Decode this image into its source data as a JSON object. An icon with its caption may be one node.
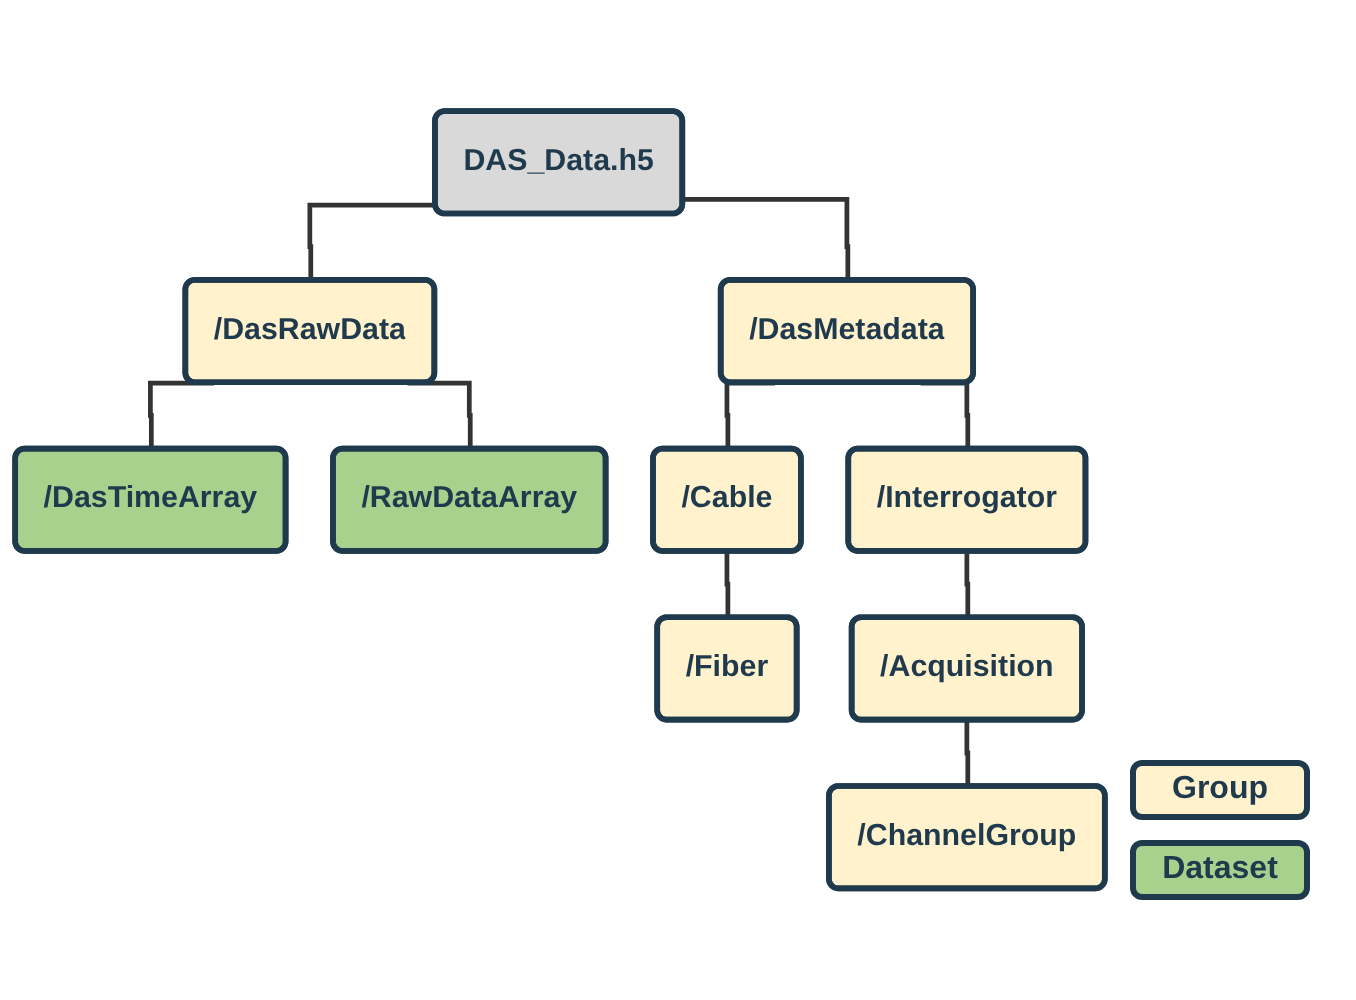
{
  "diagram": {
    "nodes": [
      {
        "text": [
          "DAS_Data.h5"
        ]
      },
      {
        "text": [
          "/DasRawData"
        ]
      },
      {
        "text": [
          "/DasTimeArray"
        ]
      },
      {
        "text": [
          "/RawDataArray"
        ]
      },
      {
        "text": [
          "/DasMetadata"
        ]
      },
      {
        "text": [
          "/Cable"
        ]
      },
      {
        "text": [
          "/Fiber"
        ]
      },
      {
        "text": [
          "/Interrogator"
        ]
      },
      {
        "text": [
          "/Acquisition"
        ]
      },
      {
        "text": [
          "/ChannelGroup"
        ]
      }
    ],
    "edges": [
      {
        "from": 0,
        "to": 1,
        "arrow": "none"
      },
      {
        "from": 1,
        "to": 2,
        "arrow": "none"
      },
      {
        "from": 1,
        "to": 3,
        "arrow": "none"
      },
      {
        "from": 0,
        "to": 4,
        "arrow": "none"
      },
      {
        "from": 4,
        "to": 5,
        "arrow": "none"
      },
      {
        "from": 5,
        "to": 6,
        "arrow": "none"
      },
      {
        "from": 4,
        "to": 7,
        "arrow": "none"
      },
      {
        "from": 7,
        "to": 8,
        "arrow": "none"
      },
      {
        "from": 8,
        "to": 9,
        "arrow": "none"
      }
    ],
    "legend": [
      {
        "text": "Group",
        "color": "#fff2cc"
      },
      {
        "text": "Dataset",
        "color": "#a9d18e"
      }
    ]
  }
}
